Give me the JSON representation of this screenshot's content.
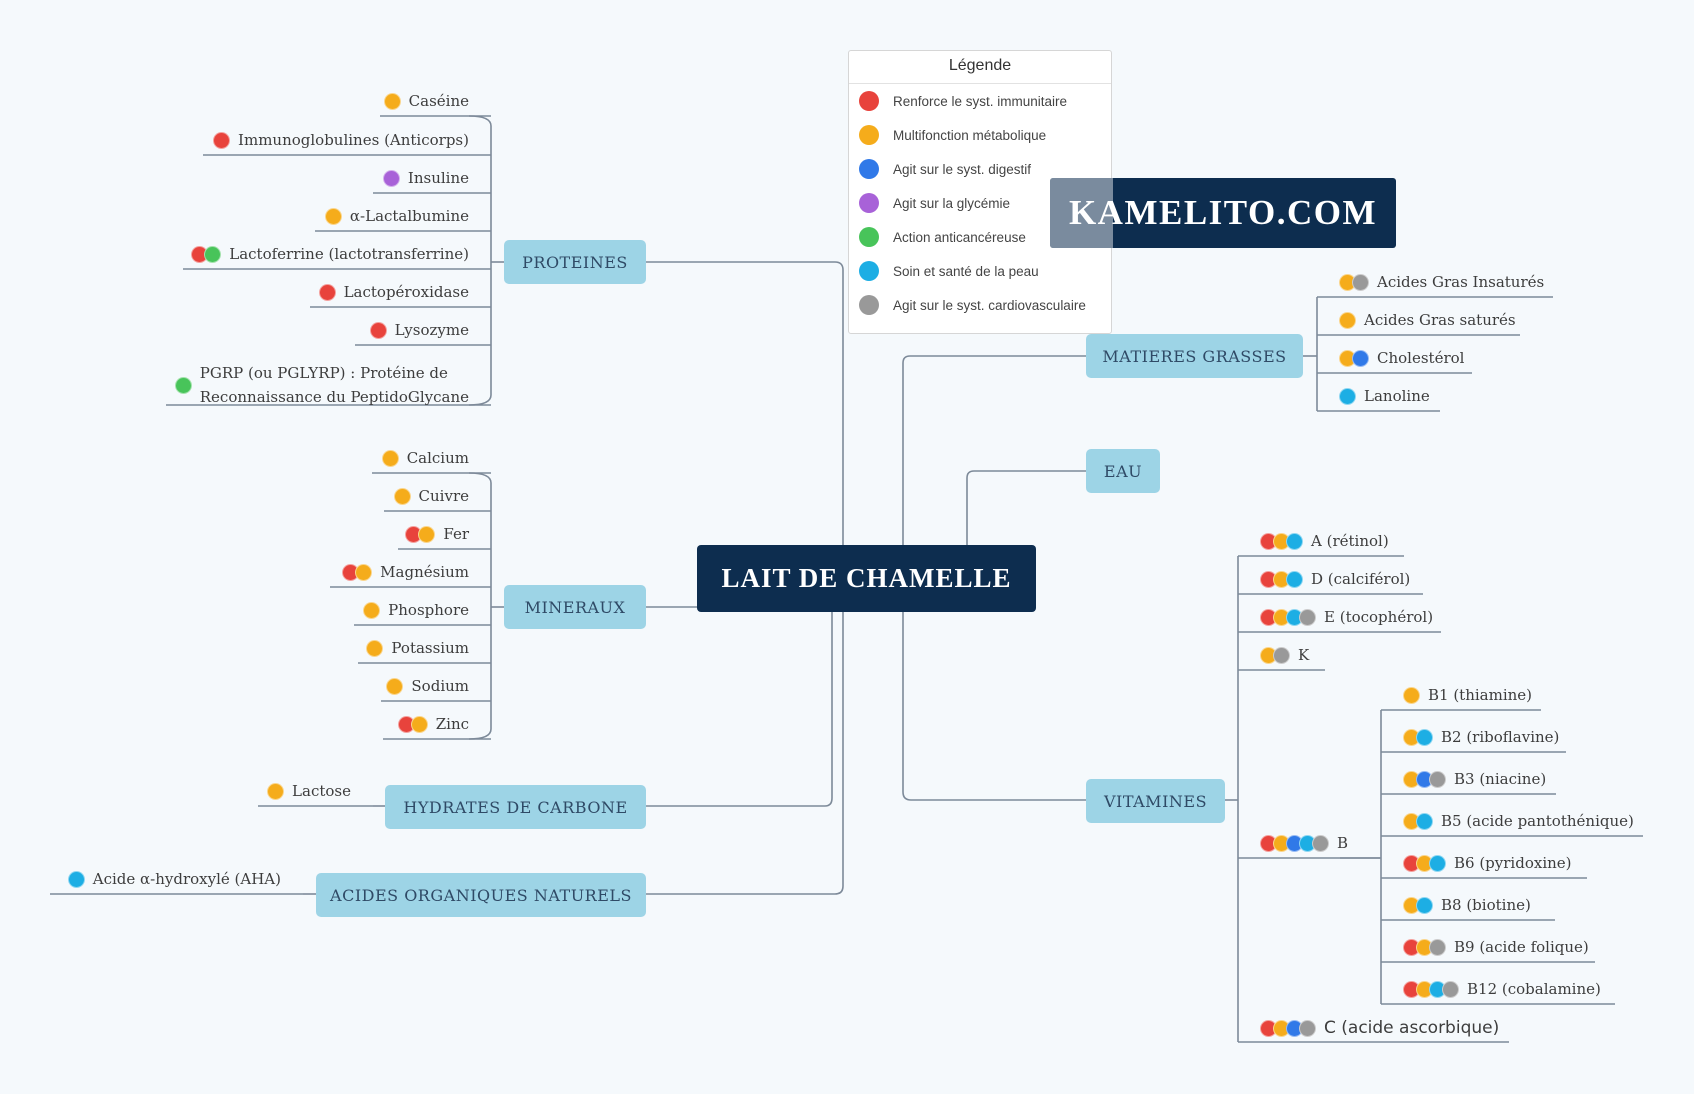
{
  "root": "LAIT DE CHAMELLE",
  "brand": "KAMELITO.COM",
  "legend": {
    "title": "Légende",
    "items": [
      {
        "color": "#e8433c",
        "label": "Renforce le syst. immunitaire"
      },
      {
        "color": "#f5ac1b",
        "label": "Multifonction métabolique"
      },
      {
        "color": "#3079e8",
        "label": "Agit sur le syst. digestif"
      },
      {
        "color": "#a862d8",
        "label": "Agit sur la glycémie"
      },
      {
        "color": "#48c45a",
        "label": "Action anticancéreuse"
      },
      {
        "color": "#1daee4",
        "label": "Soin et santé de la peau"
      },
      {
        "color": "#999999",
        "label": "Agit sur le syst. cardiovasculaire"
      }
    ]
  },
  "categories": {
    "proteines": "PROTEINES",
    "mineraux": "MINERAUX",
    "hydrates": "HYDRATES DE CARBONE",
    "acides": "ACIDES ORGANIQUES NATURELS",
    "matieres": "MATIERES GRASSES",
    "eau": "EAU",
    "vitamines": "VITAMINES"
  },
  "proteines": [
    {
      "label": "Caséine",
      "colors": [
        "#f5ac1b"
      ]
    },
    {
      "label": "Immunoglobulines (Anticorps)",
      "colors": [
        "#e8433c"
      ]
    },
    {
      "label": "Insuline",
      "colors": [
        "#a862d8"
      ]
    },
    {
      "label": "α-Lactalbumine",
      "colors": [
        "#f5ac1b"
      ]
    },
    {
      "label": "Lactoferrine (lactotransferrine)",
      "colors": [
        "#e8433c",
        "#48c45a"
      ]
    },
    {
      "label": "Lactopéroxidase",
      "colors": [
        "#e8433c"
      ]
    },
    {
      "label": "Lysozyme",
      "colors": [
        "#e8433c"
      ]
    },
    {
      "label": "PGRP (ou PGLYRP) : Protéine de",
      "label2": "Reconnaissance du PeptidoGlycane",
      "colors": [
        "#48c45a"
      ]
    }
  ],
  "mineraux": [
    {
      "label": "Calcium",
      "colors": [
        "#f5ac1b"
      ]
    },
    {
      "label": "Cuivre",
      "colors": [
        "#f5ac1b"
      ]
    },
    {
      "label": "Fer",
      "colors": [
        "#e8433c",
        "#f5ac1b"
      ]
    },
    {
      "label": "Magnésium",
      "colors": [
        "#e8433c",
        "#f5ac1b"
      ]
    },
    {
      "label": "Phosphore",
      "colors": [
        "#f5ac1b"
      ]
    },
    {
      "label": "Potassium",
      "colors": [
        "#f5ac1b"
      ]
    },
    {
      "label": "Sodium",
      "colors": [
        "#f5ac1b"
      ]
    },
    {
      "label": "Zinc",
      "colors": [
        "#e8433c",
        "#f5ac1b"
      ]
    }
  ],
  "hydrates": [
    {
      "label": "Lactose",
      "colors": [
        "#f5ac1b"
      ]
    }
  ],
  "acides": [
    {
      "label": "Acide α-hydroxylé (AHA)",
      "colors": [
        "#1daee4"
      ]
    }
  ],
  "matieres": [
    {
      "label": "Acides Gras Insaturés",
      "colors": [
        "#f5ac1b",
        "#999999"
      ]
    },
    {
      "label": "Acides Gras saturés",
      "colors": [
        "#f5ac1b"
      ]
    },
    {
      "label": "Cholestérol",
      "colors": [
        "#f5ac1b",
        "#3079e8"
      ]
    },
    {
      "label": "Lanoline",
      "colors": [
        "#1daee4"
      ]
    }
  ],
  "vitamines": [
    {
      "label": "A (rétinol)",
      "colors": [
        "#e8433c",
        "#f5ac1b",
        "#1daee4"
      ]
    },
    {
      "label": "D (calciférol)",
      "colors": [
        "#e8433c",
        "#f5ac1b",
        "#1daee4"
      ]
    },
    {
      "label": "E (tocophérol)",
      "colors": [
        "#e8433c",
        "#f5ac1b",
        "#1daee4",
        "#999999"
      ]
    },
    {
      "label": "K",
      "colors": [
        "#f5ac1b",
        "#999999"
      ]
    },
    {
      "label": "B",
      "colors": [
        "#e8433c",
        "#f5ac1b",
        "#3079e8",
        "#1daee4",
        "#999999"
      ]
    },
    {
      "label": "C (acide ascorbique)",
      "colors": [
        "#e8433c",
        "#f5ac1b",
        "#3079e8",
        "#999999"
      ]
    }
  ],
  "vitamines_b": [
    {
      "label": "B1 (thiamine)",
      "colors": [
        "#f5ac1b"
      ]
    },
    {
      "label": "B2 (riboflavine)",
      "colors": [
        "#f5ac1b",
        "#1daee4"
      ]
    },
    {
      "label": "B3 (niacine)",
      "colors": [
        "#f5ac1b",
        "#3079e8",
        "#999999"
      ]
    },
    {
      "label": "B5 (acide pantothénique)",
      "colors": [
        "#f5ac1b",
        "#1daee4"
      ]
    },
    {
      "label": "B6 (pyridoxine)",
      "colors": [
        "#e8433c",
        "#f5ac1b",
        "#1daee4"
      ]
    },
    {
      "label": "B8 (biotine)",
      "colors": [
        "#f5ac1b",
        "#1daee4"
      ]
    },
    {
      "label": "B9 (acide folique)",
      "colors": [
        "#e8433c",
        "#f5ac1b",
        "#999999"
      ]
    },
    {
      "label": "B12 (cobalamine)",
      "colors": [
        "#e8433c",
        "#f5ac1b",
        "#1daee4",
        "#999999"
      ]
    }
  ]
}
